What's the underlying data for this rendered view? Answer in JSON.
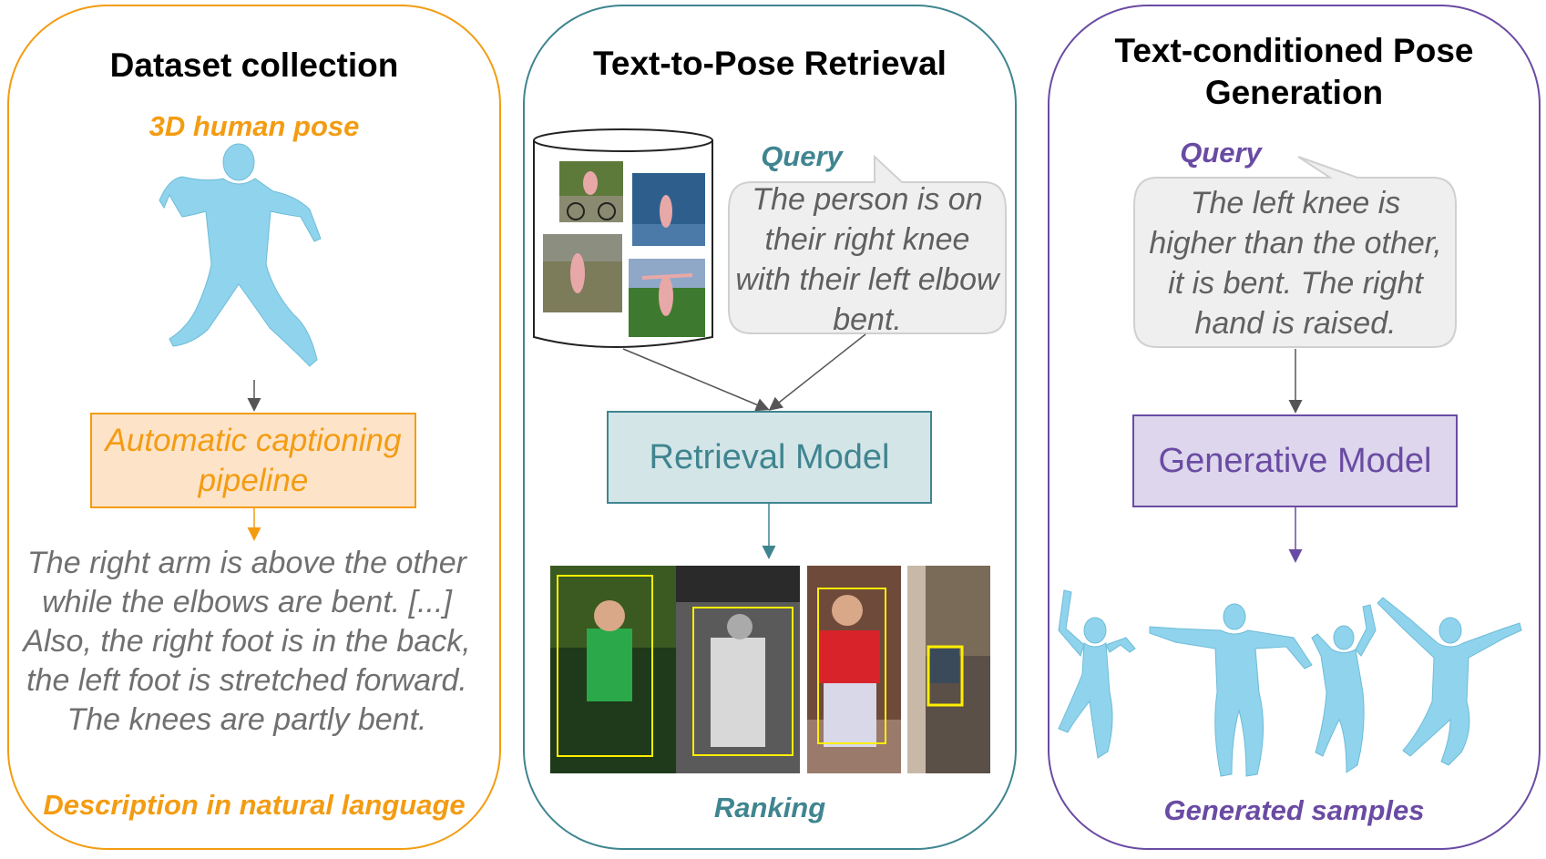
{
  "panels": {
    "dataset": {
      "title": "Dataset collection",
      "pose_label": "3D human pose",
      "process_box": "Automatic captioning pipeline",
      "description": "The right arm is above the other while the elbows are bent. [...] Also, the right foot is in the back, the left foot is stretched forward. The knees are partly bent.",
      "footer_label": "Description in natural language"
    },
    "retrieval": {
      "title": "Text-to-Pose Retrieval",
      "query_label": "Query",
      "query_text": "The person is on their right knee with their left elbow bent.",
      "model_box": "Retrieval Model",
      "footer_label": "Ranking"
    },
    "generation": {
      "title": "Text-conditioned Pose Generation",
      "query_label": "Query",
      "query_text": "The left knee is higher than the other, it is bent. The right hand is raised.",
      "model_box": "Generative Model",
      "footer_label": "Generated samples"
    }
  },
  "colors": {
    "orange": "#f39c12",
    "teal": "#3f8590",
    "purple": "#6a4ba3",
    "body_mesh": "#8fd3ec"
  }
}
